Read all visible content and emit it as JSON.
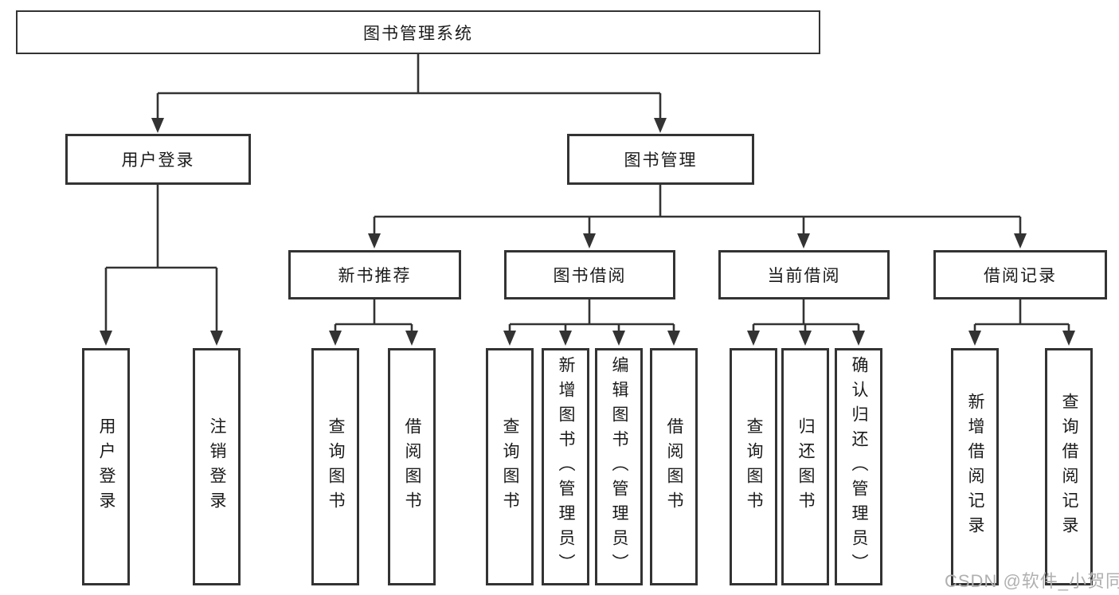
{
  "tree": {
    "root": {
      "label": "图书管理系统"
    },
    "branches": [
      {
        "label": "用户登录",
        "children": [
          {
            "label": "用户登录"
          },
          {
            "label": "注销登录"
          }
        ]
      },
      {
        "label": "图书管理",
        "children": [
          {
            "label": "新书推荐",
            "children": [
              {
                "label": "查询图书"
              },
              {
                "label": "借阅图书"
              }
            ]
          },
          {
            "label": "图书借阅",
            "children": [
              {
                "label": "查询图书"
              },
              {
                "label": "新增图书（管理员）"
              },
              {
                "label": "编辑图书（管理员）"
              },
              {
                "label": "借阅图书"
              }
            ]
          },
          {
            "label": "当前借阅",
            "children": [
              {
                "label": "查询图书"
              },
              {
                "label": "归还图书"
              },
              {
                "label": "确认归还（管理员）"
              }
            ]
          },
          {
            "label": "借阅记录",
            "children": [
              {
                "label": "新增借阅记录"
              },
              {
                "label": "查询借阅记录"
              }
            ]
          }
        ]
      }
    ]
  },
  "watermark": "CSDN @软件_小贺同学",
  "colors": {
    "line": "#333333",
    "text": "#1a1a1a",
    "node_background": "#ffffff",
    "background": "#ffffff",
    "watermark": "#b0b0b0"
  }
}
